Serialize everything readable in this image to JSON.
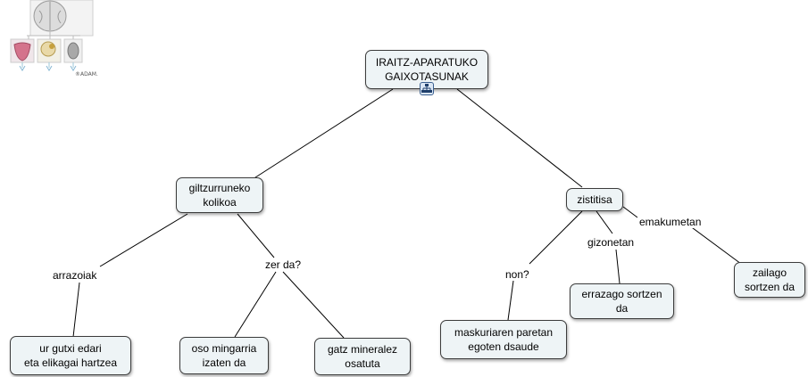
{
  "nodes": {
    "root": "IRAITZ-APARATUKO\nGAIXOTASUNAK",
    "colic": "giltzurruneko\nkolikoa",
    "cystitis": "zistitisa",
    "cause_result": "ur gutxi edari\neta elikagai hartzea",
    "painful": "oso mingarria\nizaten da",
    "minerals": "gatz mineralez\nosatuta",
    "bladder_walls": "maskuriaren paretan\negoten dsaude",
    "men_result": "errazago sortzen\nda",
    "women_result": "zailago\nsortzen da"
  },
  "links": {
    "causes": "arrazoiak",
    "what_is": "zer da?",
    "where": "non?",
    "men": "gizonetan",
    "women": "emakumetan"
  },
  "thumbnail": {
    "credit": "®ADAM."
  }
}
